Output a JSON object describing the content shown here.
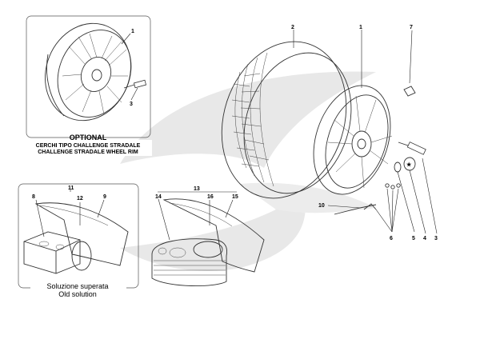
{
  "optional_box": {
    "title": "OPTIONAL",
    "caption_it": "CERCHI TIPO CHALLENGE STRADALE",
    "caption_en": "CHALLENGE STRADALE WHEEL RIM",
    "labels": [
      "1",
      "3"
    ]
  },
  "old_kit_box": {
    "caption_it": "Soluzione superata",
    "caption_en": "Old solution",
    "labels": [
      "11",
      "8",
      "12",
      "9"
    ]
  },
  "new_kit": {
    "labels": [
      "13",
      "14",
      "16",
      "15"
    ]
  },
  "main_assembly": {
    "labels": [
      "2",
      "1",
      "7",
      "10",
      "6",
      "5",
      "4",
      "3"
    ]
  },
  "colors": {
    "watermark": "#e6e6e6",
    "line": "#333333"
  }
}
